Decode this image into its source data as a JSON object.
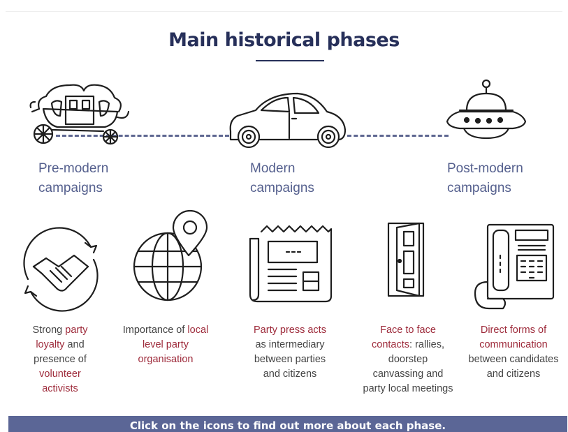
{
  "title": "Main historical phases",
  "phases": [
    {
      "label_line1": "Pre-modern",
      "label_line2": "campaigns",
      "icon": "carriage-icon"
    },
    {
      "label_line1": "Modern",
      "label_line2": "campaigns",
      "icon": "car-icon"
    },
    {
      "label_line1": "Post-modern",
      "label_line2": "campaigns",
      "icon": "ufo-icon"
    }
  ],
  "features": [
    {
      "icon": "handshake-icon",
      "parts": [
        [
          "Strong ",
          false
        ],
        [
          "party",
          true
        ],
        [
          "\nloyalty",
          true
        ],
        [
          " and\npresence of\n",
          false
        ],
        [
          "volunteer\nactivists",
          true
        ]
      ]
    },
    {
      "icon": "globe-pin-icon",
      "parts": [
        [
          "Importance of ",
          false
        ],
        [
          "local",
          true
        ],
        [
          "\nlevel party\norganisation",
          true
        ]
      ]
    },
    {
      "icon": "newspaper-icon",
      "parts": [
        [
          "Party press acts",
          true
        ],
        [
          "\nas intermediary\nbetween parties\nand citizens",
          false
        ]
      ]
    },
    {
      "icon": "door-icon",
      "parts": [
        [
          "Face to face\ncontacts",
          true
        ],
        [
          ": rallies,\ndoorstep\ncanvassing and\nparty local meetings",
          false
        ]
      ]
    },
    {
      "icon": "telephone-icon",
      "parts": [
        [
          "Direct forms of\ncommunication",
          true
        ],
        [
          "\nbetween candidates\nand citizens",
          false
        ]
      ]
    }
  ],
  "banner": "Click on the icons to find out more about each phase.",
  "colors": {
    "title": "#27305a",
    "phase_label": "#55608e",
    "highlight": "#9e2b3b",
    "banner": "#5b6696",
    "dash": "#5d6690"
  }
}
